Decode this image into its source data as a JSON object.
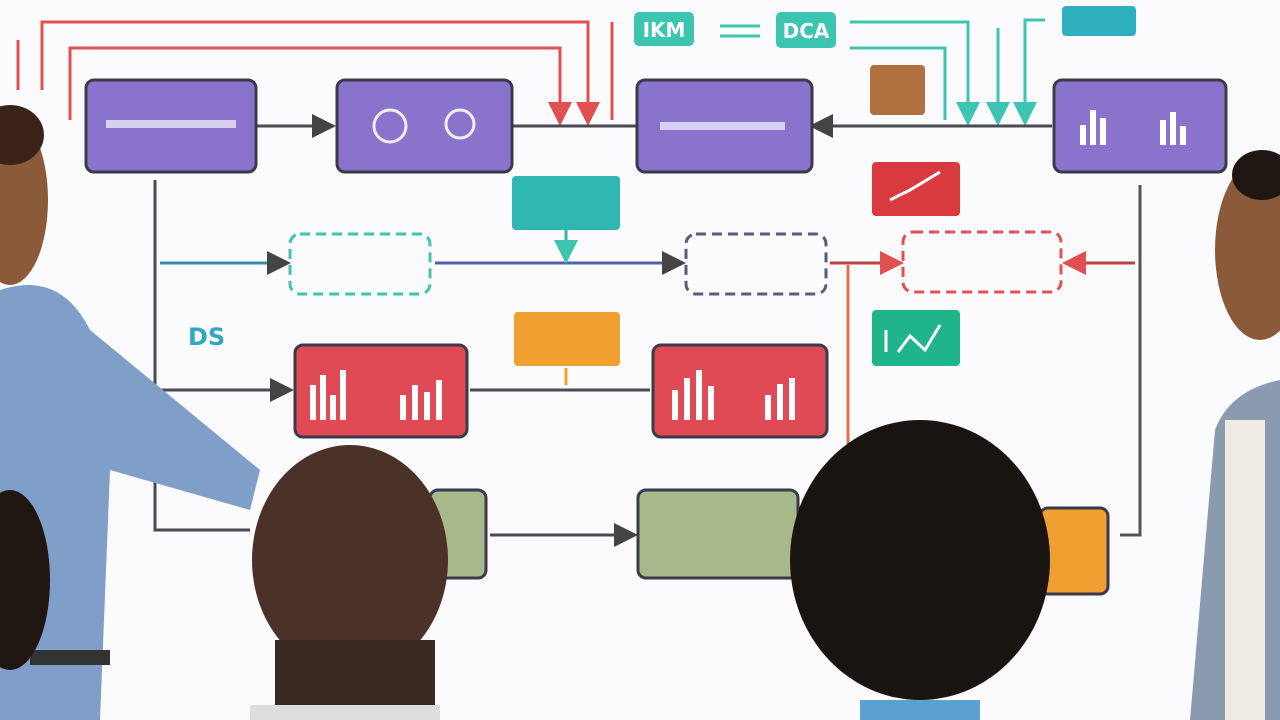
{
  "whiteboard": {
    "tags": {
      "left": "IKM",
      "right": "DCA",
      "side": "DS"
    },
    "colors": {
      "purple": "#8a73cc",
      "red": "#e04a55",
      "teal": "#2fb6b0",
      "orange": "#f0a030",
      "green_box": "#a7b98a",
      "brown": "#b07040",
      "green_chart": "#20b48a",
      "arrow_red": "#e05050",
      "arrow_teal": "#3cc5b0",
      "line_dark": "#4a4a55"
    }
  }
}
